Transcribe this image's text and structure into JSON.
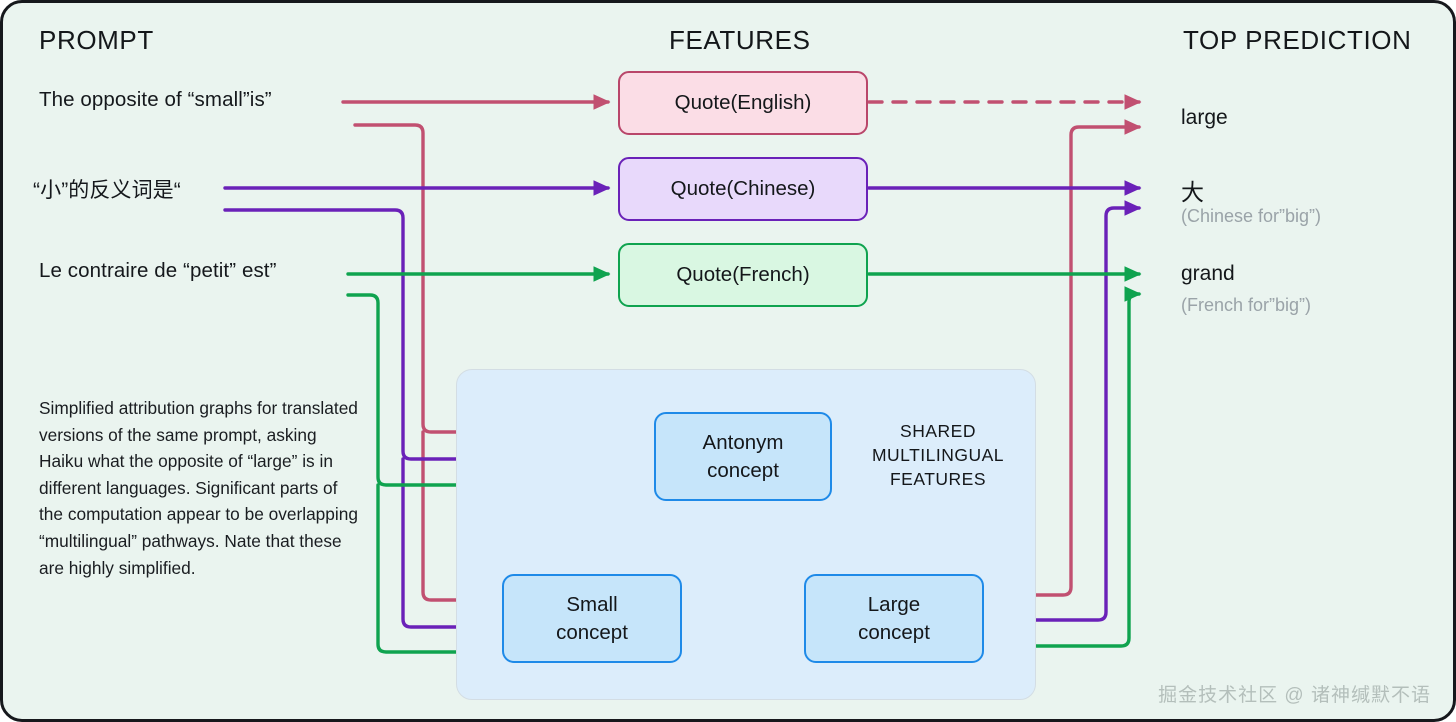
{
  "headers": {
    "prompt": "PROMPT",
    "features": "FEATURES",
    "prediction": "TOP PREDICTION"
  },
  "prompts": [
    {
      "id": "en",
      "text": "The opposite of “small”is”",
      "color": "#c15071"
    },
    {
      "id": "zh",
      "text": "“小”的反义词是“",
      "color": "#6a21b8"
    },
    {
      "id": "fr",
      "text": "Le contraire de “petit” est”",
      "color": "#0fa34f"
    }
  ],
  "caption": "Simplified attribution graphs for translated versions of the same prompt, asking Haiku what the opposite of “large” is in different languages. Significant parts of the computation appear to be overlapping “multilingual” pathways. Nate that these are highly simplified.",
  "features": [
    {
      "id": "en",
      "label": "Quote(English)",
      "fill": "#fbdde6",
      "stroke": "#b9466a"
    },
    {
      "id": "zh",
      "label": "Quote(Chinese)",
      "fill": "#e8d9fb",
      "stroke": "#6a21b8"
    },
    {
      "id": "fr",
      "label": "Quote(French)",
      "fill": "#d9f7e2",
      "stroke": "#0fa34f"
    }
  ],
  "shared": {
    "label_line1": "SHARED",
    "label_line2": "MULTILINGUAL",
    "label_line3": "FEATURES",
    "panel_fill": "#dcedfb"
  },
  "concepts": [
    {
      "id": "antonym",
      "line1": "Antonym",
      "line2": "concept"
    },
    {
      "id": "small",
      "line1": "Small",
      "line2": "concept"
    },
    {
      "id": "large",
      "line1": "Large",
      "line2": "concept"
    }
  ],
  "predictions": [
    {
      "id": "large",
      "main": "large",
      "sub": ""
    },
    {
      "id": "zh",
      "main": "大",
      "sub": "(Chinese for”big”)"
    },
    {
      "id": "fr",
      "main": "grand",
      "sub": "(French for”big”)"
    }
  ],
  "watermark": "掘金技术社区 @ 诸神缄默不语",
  "colors": {
    "background": "#eaf4ef",
    "frame": "#16181c",
    "pink": "#c15071",
    "purple": "#6a21b8",
    "green": "#0fa34f",
    "concept_fill": "#c6e5fa",
    "concept_stroke": "#1e8ae8"
  }
}
